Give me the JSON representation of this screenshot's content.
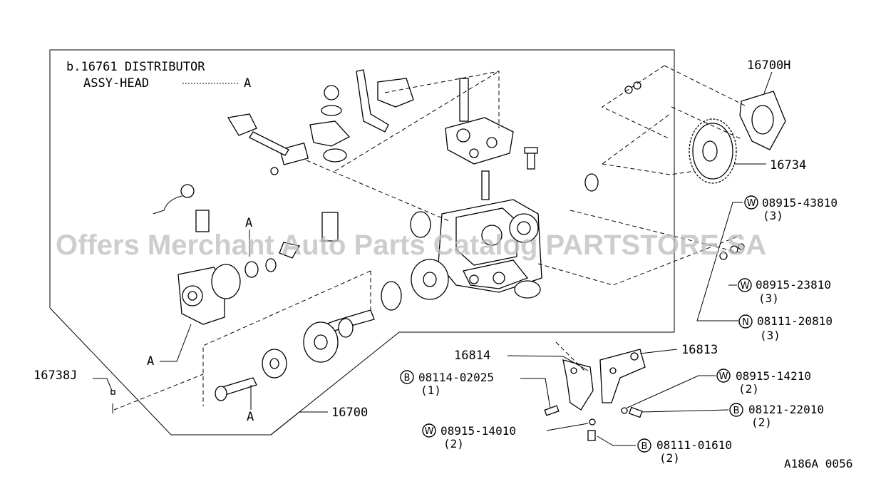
{
  "inset": {
    "title_line1": "b.16761 DISTRIBUTOR",
    "title_line2": "ASSY-HEAD",
    "title_ref": "A"
  },
  "ref_markers": [
    "A",
    "A",
    "A"
  ],
  "part_labels": [
    {
      "id": "16700H",
      "text": "16700H"
    },
    {
      "id": "16734",
      "text": "16734"
    },
    {
      "id": "16738J",
      "text": "16738J"
    },
    {
      "id": "16700",
      "text": "16700"
    },
    {
      "id": "16814",
      "text": "16814"
    },
    {
      "id": "16813",
      "text": "16813"
    }
  ],
  "fasteners": [
    {
      "badge": "W",
      "code": "08915-43810",
      "qty": "(3)"
    },
    {
      "badge": "W",
      "code": "08915-23810",
      "qty": "(3)"
    },
    {
      "badge": "N",
      "code": "08111-20810",
      "qty": "(3)"
    },
    {
      "badge": "W",
      "code": "08915-14210",
      "qty": "(2)"
    },
    {
      "badge": "B",
      "code": "08121-22010",
      "qty": "(2)"
    },
    {
      "badge": "B",
      "code": "08114-02025",
      "qty": "(1)"
    },
    {
      "badge": "W",
      "code": "08915-14010",
      "qty": "(2)"
    },
    {
      "badge": "B",
      "code": "08111-01610",
      "qty": "(2)"
    }
  ],
  "watermark": "Offers Merchant Auto Parts Catalog PARTSTORE.SA",
  "figure_code": "A186A 0056"
}
